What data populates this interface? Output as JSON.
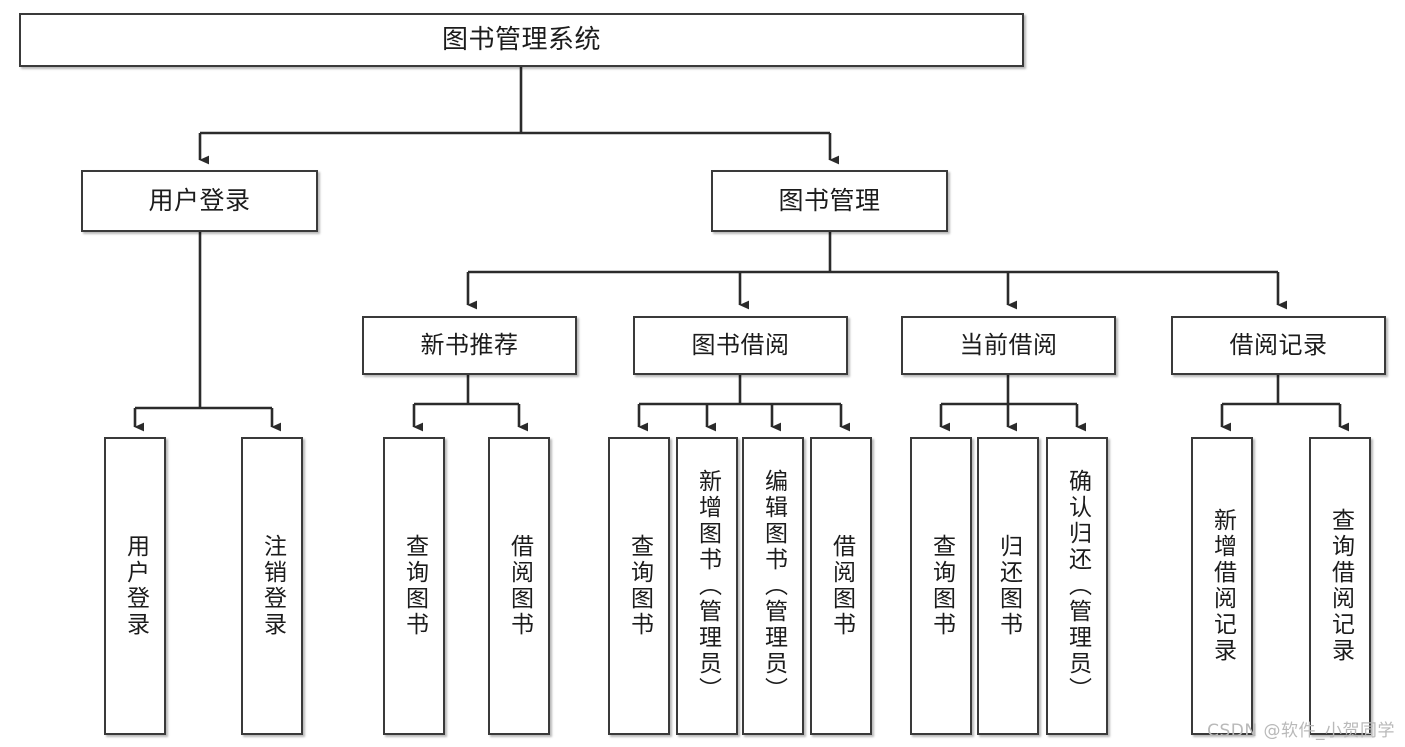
{
  "diagram": {
    "type": "hierarchy-tree",
    "title": "图书管理系统",
    "watermark": "CSDN @软件_小贺同学",
    "colors": {
      "box_border": "#3a3a3a",
      "box_fill": "#ffffff",
      "connector": "#2b2b2b",
      "text": "#1c1c1c",
      "watermark": "#b9b9b9"
    },
    "nodes": {
      "root": {
        "label": "图书管理系统",
        "level": 0,
        "orientation": "horizontal"
      },
      "user_login": {
        "label": "用户登录",
        "level": 1,
        "orientation": "horizontal"
      },
      "book_manage": {
        "label": "图书管理",
        "level": 1,
        "orientation": "horizontal"
      },
      "new_book_rec": {
        "label": "新书推荐",
        "level": 2,
        "orientation": "horizontal"
      },
      "book_borrow": {
        "label": "图书借阅",
        "level": 2,
        "orientation": "horizontal"
      },
      "current_borrow": {
        "label": "当前借阅",
        "level": 2,
        "orientation": "horizontal"
      },
      "borrow_record": {
        "label": "借阅记录",
        "level": 2,
        "orientation": "horizontal"
      },
      "leaf_user_login": {
        "label": "用户登录",
        "level": 3,
        "orientation": "vertical"
      },
      "leaf_user_logout": {
        "label": "注销登录",
        "level": 3,
        "orientation": "vertical"
      },
      "leaf_rec_query": {
        "label": "查询图书",
        "level": 3,
        "orientation": "vertical"
      },
      "leaf_rec_borrow": {
        "label": "借阅图书",
        "level": 3,
        "orientation": "vertical"
      },
      "leaf_borrow_query": {
        "label": "查询图书",
        "level": 3,
        "orientation": "vertical"
      },
      "leaf_borrow_add": {
        "label": "新增图书（管理员）",
        "level": 3,
        "orientation": "vertical"
      },
      "leaf_borrow_edit": {
        "label": "编辑图书（管理员）",
        "level": 3,
        "orientation": "vertical"
      },
      "leaf_borrow_do": {
        "label": "借阅图书",
        "level": 3,
        "orientation": "vertical"
      },
      "leaf_cur_query": {
        "label": "查询图书",
        "level": 3,
        "orientation": "vertical"
      },
      "leaf_cur_return": {
        "label": "归还图书",
        "level": 3,
        "orientation": "vertical"
      },
      "leaf_cur_confirm": {
        "label": "确认归还（管理员）",
        "level": 3,
        "orientation": "vertical"
      },
      "leaf_rec_add": {
        "label": "新增借阅记录",
        "level": 3,
        "orientation": "vertical"
      },
      "leaf_rec_query2": {
        "label": "查询借阅记录",
        "level": 3,
        "orientation": "vertical"
      }
    },
    "edges": [
      {
        "from": "root",
        "to": "user_login"
      },
      {
        "from": "root",
        "to": "book_manage"
      },
      {
        "from": "user_login",
        "to": "leaf_user_login"
      },
      {
        "from": "user_login",
        "to": "leaf_user_logout"
      },
      {
        "from": "book_manage",
        "to": "new_book_rec"
      },
      {
        "from": "book_manage",
        "to": "book_borrow"
      },
      {
        "from": "book_manage",
        "to": "current_borrow"
      },
      {
        "from": "book_manage",
        "to": "borrow_record"
      },
      {
        "from": "new_book_rec",
        "to": "leaf_rec_query"
      },
      {
        "from": "new_book_rec",
        "to": "leaf_rec_borrow"
      },
      {
        "from": "book_borrow",
        "to": "leaf_borrow_query"
      },
      {
        "from": "book_borrow",
        "to": "leaf_borrow_add"
      },
      {
        "from": "book_borrow",
        "to": "leaf_borrow_edit"
      },
      {
        "from": "book_borrow",
        "to": "leaf_borrow_do"
      },
      {
        "from": "current_borrow",
        "to": "leaf_cur_query"
      },
      {
        "from": "current_borrow",
        "to": "leaf_cur_return"
      },
      {
        "from": "current_borrow",
        "to": "leaf_cur_confirm"
      },
      {
        "from": "borrow_record",
        "to": "leaf_rec_add"
      },
      {
        "from": "borrow_record",
        "to": "leaf_rec_query2"
      }
    ]
  }
}
